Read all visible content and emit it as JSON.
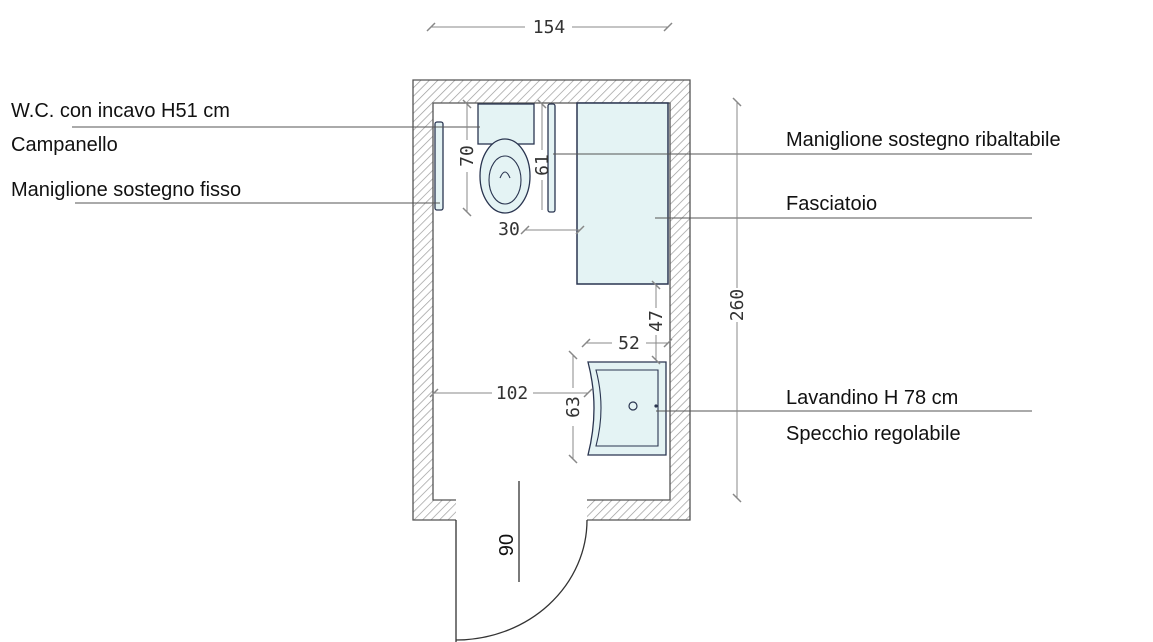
{
  "labels": {
    "wc": "W.C. con incavo H51 cm",
    "bell": "Campanello",
    "fixed_grab_bar": "Maniglione sostegno fisso",
    "folding_grab_bar": "Maniglione sostegno ribaltabile",
    "changing_table": "Fasciatoio",
    "sink": "Lavandino H 78 cm",
    "mirror": "Specchio regolabile"
  },
  "dimensions": {
    "overall_width": "154",
    "overall_depth": "260",
    "wc_depth": "70",
    "bar_length": "61",
    "wc_clearance": "30",
    "sink_clearance": "47",
    "sink_width": "52",
    "sink_depth": "63",
    "free_space": "102",
    "door_width": "90"
  },
  "colors": {
    "wall": "#555555",
    "fixture_fill": "#e4f3f4",
    "fixture_stroke": "#2a3550",
    "dimension_line": "#888888",
    "text": "#111111"
  }
}
